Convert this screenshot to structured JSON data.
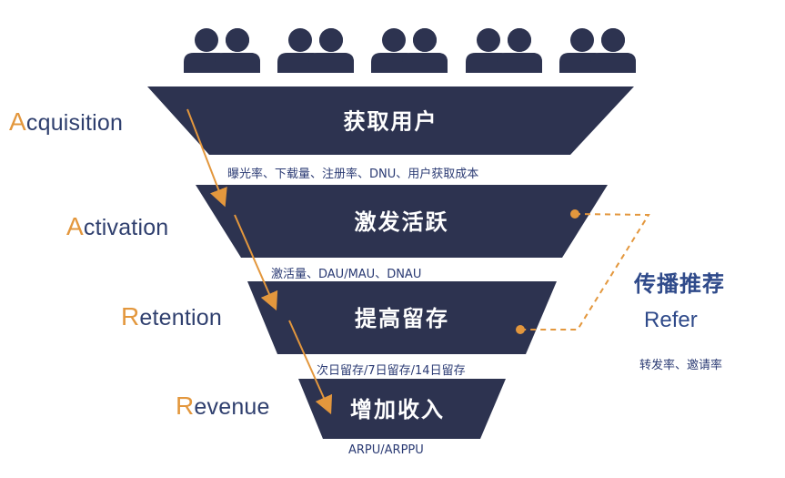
{
  "funnel": [
    {
      "title": "获取用户",
      "metrics": "曝光率、下载量、注册率、DNU、用户获取成本",
      "stage_rest": "cquisition",
      "stage_first": "A"
    },
    {
      "title": "激发活跃",
      "metrics": "激活量、DAU/MAU、DNAU",
      "stage_rest": "ctivation",
      "stage_first": "A"
    },
    {
      "title": "提高留存",
      "metrics": "次日留存/7日留存/14日留存",
      "stage_rest": "etention",
      "stage_first": "R"
    },
    {
      "title": "增加收入",
      "metrics": "ARPU/ARPPU",
      "stage_rest": "evenue",
      "stage_first": "R"
    }
  ],
  "refer": {
    "title": "传播推荐",
    "stage_first": "R",
    "stage_rest": "efer",
    "metrics": "转发率、邀请率"
  },
  "colors": {
    "funnel_fill": "#2d3350",
    "accent": "#e3973d",
    "text_dark": "#2a3a73",
    "icon": "#2d3350"
  },
  "icons": [
    "user-group-icon",
    "user-group-icon",
    "user-group-icon",
    "user-group-icon",
    "user-group-icon"
  ]
}
